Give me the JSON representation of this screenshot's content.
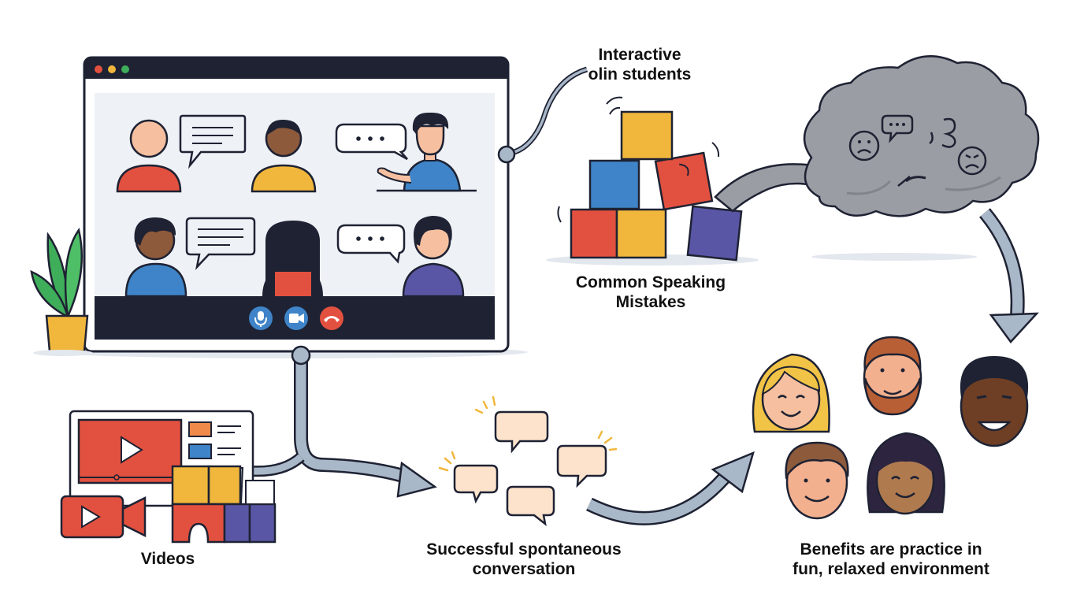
{
  "labels": {
    "interactive": [
      "Interactive",
      "olin students"
    ],
    "mistakes": [
      "Common Speaking",
      "Mistakes"
    ],
    "videos": "Videos",
    "conversation": [
      "Successful spontaneous",
      "conversation"
    ],
    "benefits": [
      "Benefits are practice in",
      "fun, relaxed environment"
    ]
  },
  "icons": {
    "window_controls": [
      "dot-red",
      "dot-yellow",
      "dot-green"
    ],
    "call_controls": [
      "mic-icon",
      "camera-icon",
      "hangup-icon"
    ],
    "cloud_faces": [
      "sad-face-icon",
      "chat-bubble-icon",
      "confused-face-icon",
      "frown-face-icon"
    ]
  },
  "colors": {
    "red": "#e2513f",
    "yellow": "#f1b73c",
    "blue": "#3f84c8",
    "purple": "#5a56a6",
    "cloud": "#9a9da3",
    "arrow": "#a9b8c8",
    "window_bar": "#1e2233",
    "screen": "#eef1f6"
  }
}
